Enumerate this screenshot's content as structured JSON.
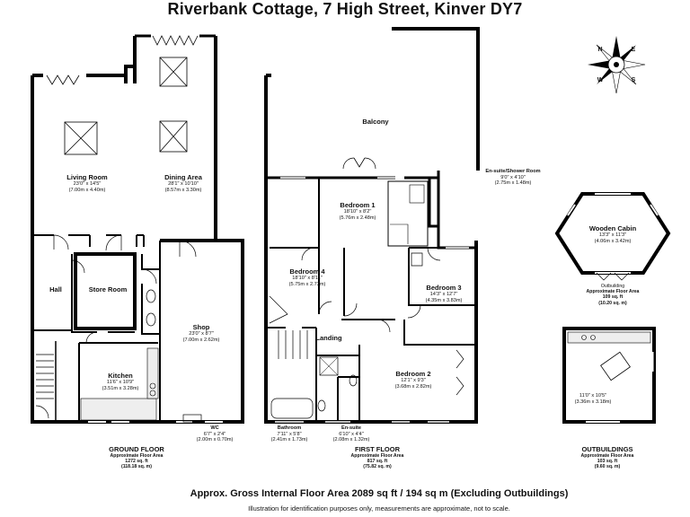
{
  "title": "Riverbank Cottage, 7 High Street, Kinver DY7",
  "rooms": {
    "living_room": {
      "name": "Living Room",
      "dims": "23'0\" x 14'5\"",
      "metric": "(7.00m x 4.40m)"
    },
    "dining_area": {
      "name": "Dining Area",
      "dims": "28'1\" x 10'10\"",
      "metric": "(8.57m x 3.30m)"
    },
    "hall": {
      "name": "Hall"
    },
    "store_room": {
      "name": "Store Room"
    },
    "kitchen": {
      "name": "Kitchen",
      "dims": "11'6\" x 10'9\"",
      "metric": "(3.51m x 3.28m)"
    },
    "shop": {
      "name": "Shop",
      "dims": "23'0\" x 8'7\"",
      "metric": "(7.00m x 2.62m)"
    },
    "wc": {
      "name": "WC",
      "dims": "6'7\" x 2'4\"",
      "metric": "(2.00m x 0.70m)"
    },
    "balcony": {
      "name": "Balcony"
    },
    "ensuite_shower": {
      "name": "En-suite/Shower Room",
      "dims": "9'0\" x 4'10\"",
      "metric": "(2.75m x 1.48m)"
    },
    "bedroom1": {
      "name": "Bedroom 1",
      "dims": "18'10\" x 8'2\"",
      "metric": "(5.76m x 2.48m)"
    },
    "bedroom4": {
      "name": "Bedroom 4",
      "dims": "18'10\" x 8'11\"",
      "metric": "(5.75m x 2.73m)"
    },
    "bedroom3": {
      "name": "Bedroom 3",
      "dims": "14'3\" x 12'7\"",
      "metric": "(4.35m x 3.83m)"
    },
    "landing": {
      "name": "Landing"
    },
    "bedroom2": {
      "name": "Bedroom 2",
      "dims": "12'1\" x 9'3\"",
      "metric": "(3.68m x 2.82m)"
    },
    "bathroom": {
      "name": "Bathroom",
      "dims": "7'11\" x 5'8\"",
      "metric": "(2.41m x 1.73m)"
    },
    "ensuite": {
      "name": "En-suite",
      "dims": "6'10\" x 4'4\"",
      "metric": "(2.08m x 1.32m)"
    },
    "wooden_cabin": {
      "name": "Wooden Cabin",
      "dims": "13'3\" x 11'3\"",
      "metric": "(4.06m x 3.42m)"
    },
    "outbuilding_room": {
      "dims": "11'0\" x 10'5\"",
      "metric": "(3.36m x 3.18m)"
    }
  },
  "floors": {
    "ground": {
      "name": "GROUND FLOOR",
      "label": "Approximate Floor Area",
      "sqft": "1272 sq. ft",
      "sqm": "(118.18 sq. m)"
    },
    "first": {
      "name": "FIRST FLOOR",
      "label": "Approximate Floor Area",
      "sqft": "817 sq. ft",
      "sqm": "(75.82 sq. m)"
    },
    "outbuildings": {
      "name": "OUTBUILDINGS",
      "label": "Approximate Floor Area",
      "sqft": "103 sq. ft",
      "sqm": "(9.60 sq. m)"
    },
    "cabin_outbuilding": {
      "name": "Outbuilding",
      "label": "Approximate Floor Area",
      "sqft": "109 sq. ft",
      "sqm": "(10.20 sq. m)"
    }
  },
  "compass": {
    "n": "N",
    "e": "E",
    "s": "S",
    "w": "W"
  },
  "footer": {
    "gross": "Approx. Gross Internal Floor Area 2089 sq ft / 194 sq m (Excluding Outbuildings)",
    "note": "Illustration for identification purposes only, measurements are approximate, not to scale."
  }
}
